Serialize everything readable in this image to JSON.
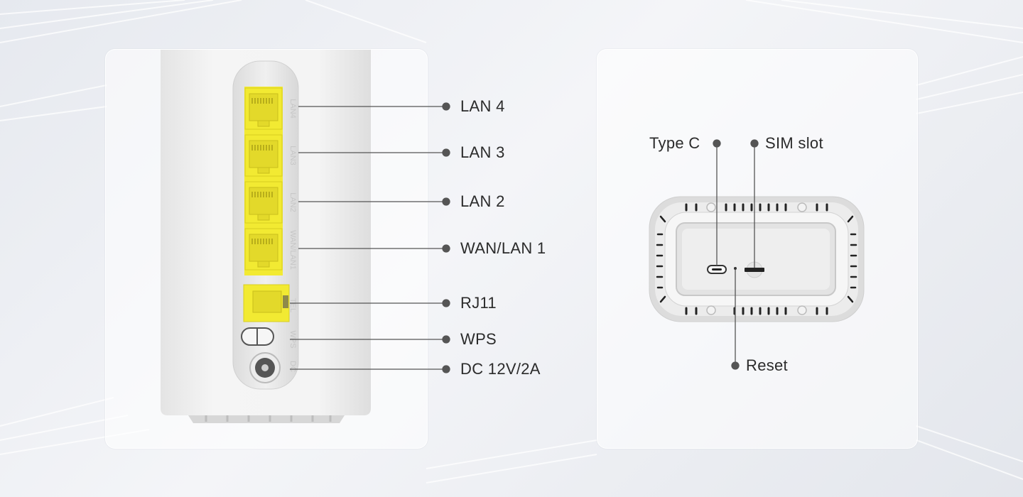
{
  "back_panel": {
    "callouts": [
      {
        "id": "lan4",
        "label": "LAN 4"
      },
      {
        "id": "lan3",
        "label": "LAN 3"
      },
      {
        "id": "lan2",
        "label": "LAN 2"
      },
      {
        "id": "wanlan1",
        "label": "WAN/LAN 1"
      },
      {
        "id": "rj11",
        "label": "RJ11"
      },
      {
        "id": "wps",
        "label": "WPS"
      },
      {
        "id": "dc",
        "label": "DC 12V/2A"
      }
    ],
    "port_silkscreen": [
      "LAN4",
      "LAN3",
      "LAN2",
      "WAN/LAN1",
      "TEL",
      "WPS",
      "DC"
    ]
  },
  "bottom_panel": {
    "callouts": [
      {
        "id": "typec",
        "label": "Type C"
      },
      {
        "id": "sim",
        "label": "SIM slot"
      },
      {
        "id": "reset",
        "label": "Reset"
      }
    ]
  },
  "colors": {
    "port_yellow": "#f2ea32",
    "leader_line": "#555555",
    "device_white": "#f3f3f3"
  }
}
